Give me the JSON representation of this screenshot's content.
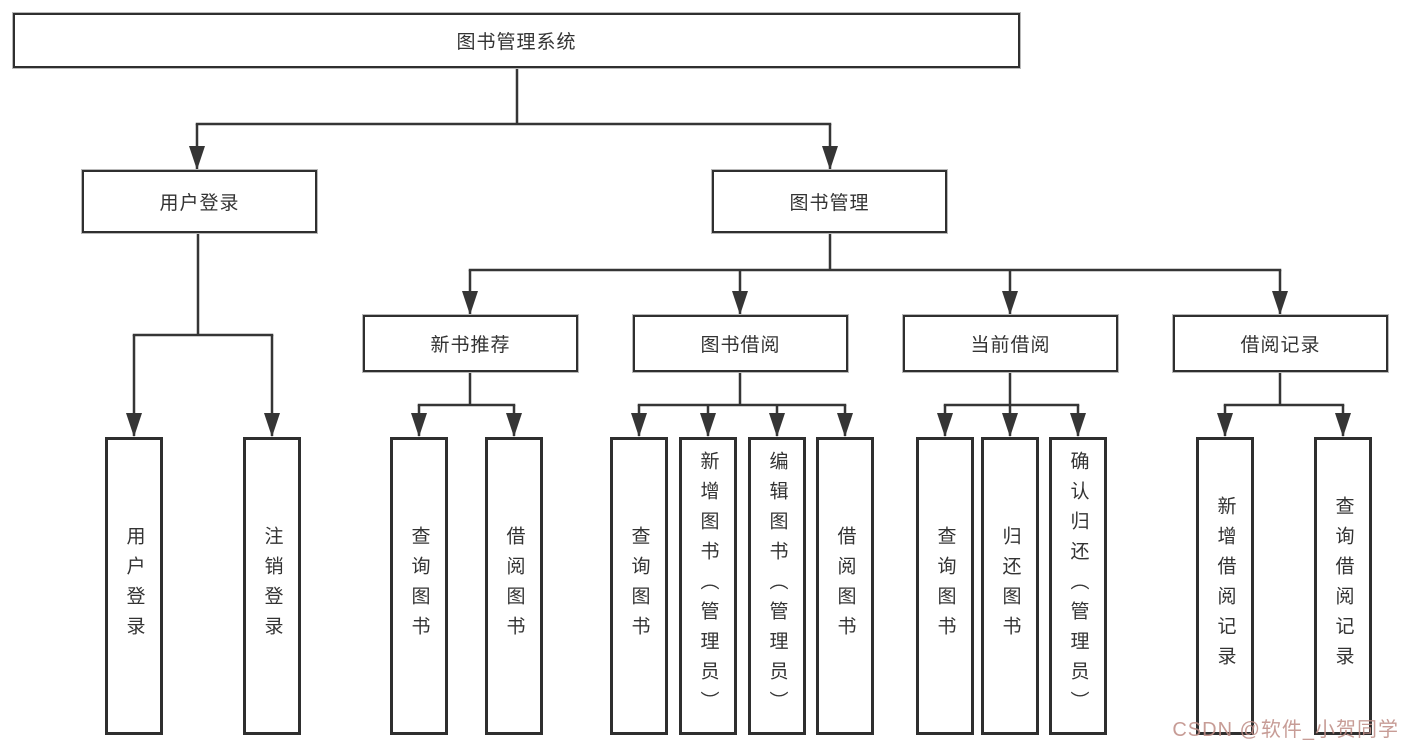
{
  "tree": {
    "root": "图书管理系统",
    "branches": [
      {
        "label": "用户登录",
        "children": [
          "用户登录",
          "注销登录"
        ]
      },
      {
        "label": "图书管理",
        "sections": [
          {
            "label": "新书推荐",
            "children": [
              "查询图书",
              "借阅图书"
            ]
          },
          {
            "label": "图书借阅",
            "children": [
              "查询图书",
              "新增图书（管理员）",
              "编辑图书（管理员）",
              "借阅图书"
            ]
          },
          {
            "label": "当前借阅",
            "children": [
              "查询图书",
              "归还图书",
              "确认归还（管理员）"
            ]
          },
          {
            "label": "借阅记录",
            "children": [
              "新增借阅记录",
              "查询借阅记录"
            ]
          }
        ]
      }
    ]
  },
  "watermark": {
    "text": "CSDN @软件_小贺同学",
    "color": "#bf8e87"
  },
  "colors": {
    "line": "#353535",
    "box_border": "#2f2f2f",
    "text": "#333333",
    "background": "#ffffff"
  }
}
